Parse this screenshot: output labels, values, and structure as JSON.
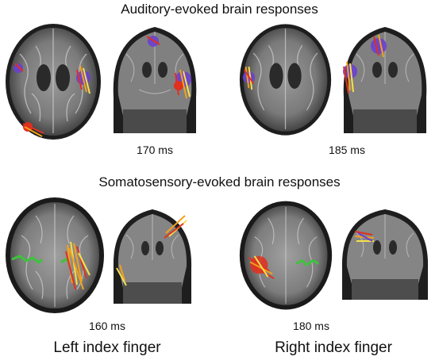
{
  "auditory": {
    "title": "Auditory-evoked brain responses",
    "latency_left": "170 ms",
    "latency_right": "185 ms"
  },
  "somatosensory": {
    "title": "Somatosensory-evoked brain responses",
    "latency_left": "160 ms",
    "latency_right": "180 ms",
    "label_left": "Left index finger",
    "label_right": "Right index finger"
  },
  "colors": {
    "mri_dark": "#2b2b2b",
    "mri_mid": "#777777",
    "mri_light": "#b5b5b5",
    "activation_purple": "#6a3fd0",
    "activation_red": "#e0301e",
    "arrow_orange": "#f4a21a",
    "arrow_yellow": "#f7e04a",
    "trace_green": "#3cc43c"
  }
}
